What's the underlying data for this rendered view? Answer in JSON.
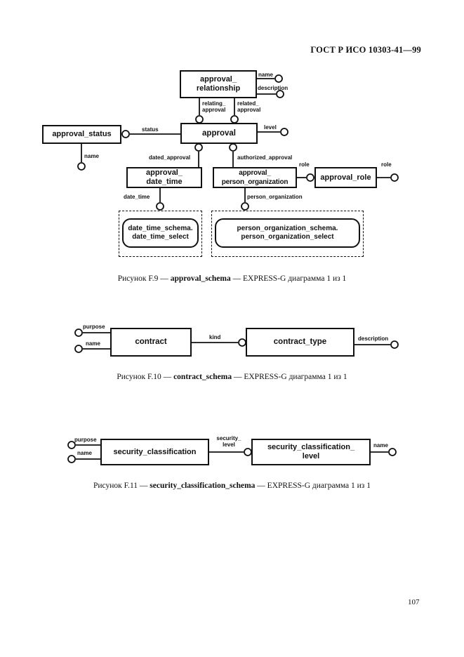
{
  "header": {
    "standard": "ГОСТ Р ИСО 10303-41—99"
  },
  "page_number": "107",
  "figures": {
    "f9": {
      "caption": {
        "prefix": "Рисунок F.9 — ",
        "name": "approval_schema",
        "suffix": " — EXPRESS-G диаграмма 1 из 1"
      },
      "entities": {
        "approval_relationship": "approval_\nrelationship",
        "approval_status": "approval_status",
        "approval": "approval",
        "approval_date_time": "approval_\ndate_time",
        "approval_person_organization": "approval_\nperson_organization",
        "approval_role": "approval_role"
      },
      "interschema_refs": {
        "date_time": "date_time_schema.\ndate_time_select",
        "person_organization": "person_organization_schema.\nperson_organization_select"
      },
      "attribute_labels": {
        "name_top": "name",
        "description": "description",
        "relating_approval": "relating_\napproval",
        "related_approval": "related_\napproval",
        "status": "status",
        "level": "level",
        "name_status": "name",
        "dated_approval": "dated_approval",
        "authorized_approval": "authorized_approval",
        "role_left": "role",
        "role_right": "role",
        "date_time": "date_time",
        "person_organization": "person_organization"
      }
    },
    "f10": {
      "caption": {
        "prefix": "Рисунок F.10 — ",
        "name": "contract_schema",
        "suffix": " — EXPRESS-G диаграмма 1 из 1"
      },
      "entities": {
        "contract": "contract",
        "contract_type": "contract_type"
      },
      "attribute_labels": {
        "purpose": "purpose",
        "name": "name",
        "kind": "kind",
        "description": "description"
      }
    },
    "f11": {
      "caption": {
        "prefix": "Рисунок F.11 — ",
        "name": "security_classification_schema",
        "suffix": " — EXPRESS-G диаграмма 1 из 1"
      },
      "entities": {
        "security_classification": "security_classification",
        "security_classification_level": "security_classification_\nlevel"
      },
      "attribute_labels": {
        "purpose": "purpose",
        "name_left": "name",
        "security_level": "security_\nlevel",
        "name_right": "name"
      }
    }
  }
}
